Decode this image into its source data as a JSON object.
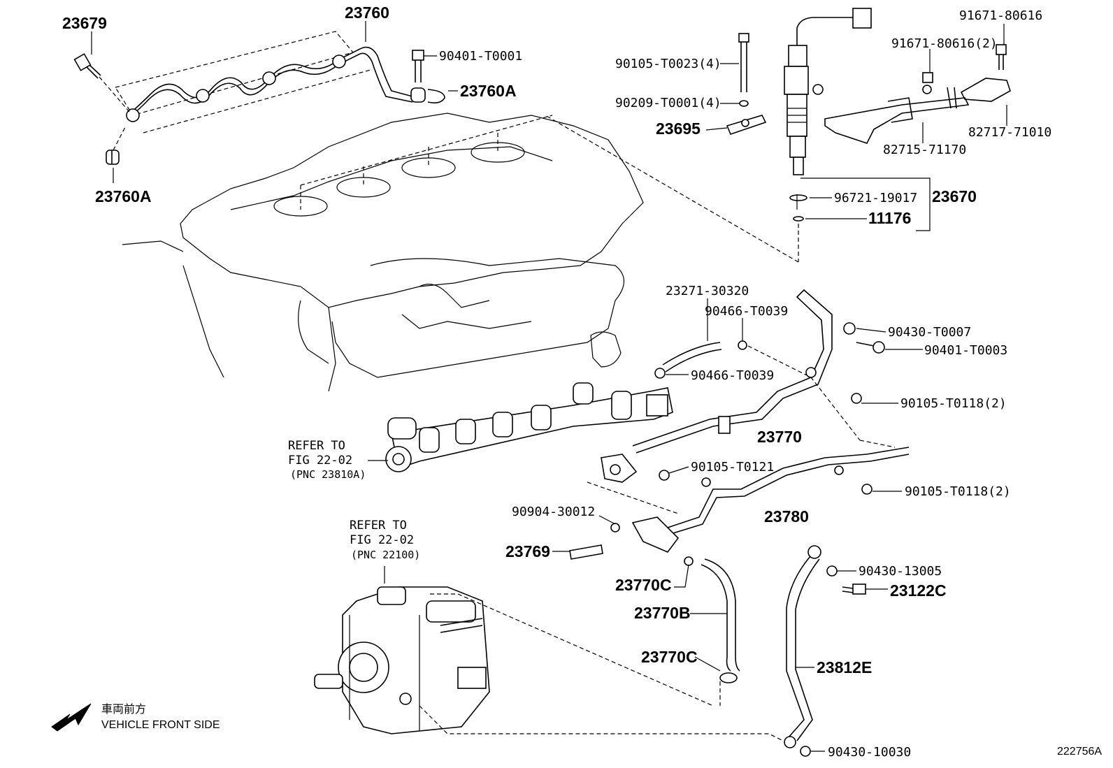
{
  "labels": {
    "p23679": "23679",
    "p23760": "23760",
    "p90401_T0001": "90401-T0001",
    "p23760A_top": "23760A",
    "p23760A_left": "23760A",
    "p90105_T0023": "90105-T0023(4)",
    "p90209_T0001": "90209-T0001(4)",
    "p23695": "23695",
    "p91671_80616_top": "91671-80616",
    "p91671_80616_2": "91671-80616(2)",
    "p82717_71010": "82717-71010",
    "p82715_71170": "82715-71170",
    "p96721_19017": "96721-19017",
    "p23670": "23670",
    "p11176": "11176",
    "p23271_30320": "23271-30320",
    "p90466_T0039_top": "90466-T0039",
    "p90466_T0039_bot": "90466-T0039",
    "p90430_T0007": "90430-T0007",
    "p90401_T0003": "90401-T0003",
    "p90105_T0118_a": "90105-T0118(2)",
    "p23770": "23770",
    "p90105_T0121": "90105-T0121",
    "p90105_T0118_b": "90105-T0118(2)",
    "p23780": "23780",
    "p90904_30012": "90904-30012",
    "p23769": "23769",
    "p23770C_a": "23770C",
    "p23770B": "23770B",
    "p23770C_b": "23770C",
    "p90430_13005": "90430-13005",
    "p23122C": "23122C",
    "p23812E": "23812E",
    "p90430_10030": "90430-10030"
  },
  "refs": {
    "rail": {
      "line1": "REFER TO",
      "line2": "FIG 22-02",
      "line3": "(PNC 23810A)"
    },
    "pump": {
      "line1": "REFER TO",
      "line2": "FIG 22-02",
      "line3": "(PNC 22100)"
    }
  },
  "orientation": {
    "japanese": "車両前方",
    "english": "VEHICLE FRONT SIDE"
  },
  "figure_id": "222756A"
}
